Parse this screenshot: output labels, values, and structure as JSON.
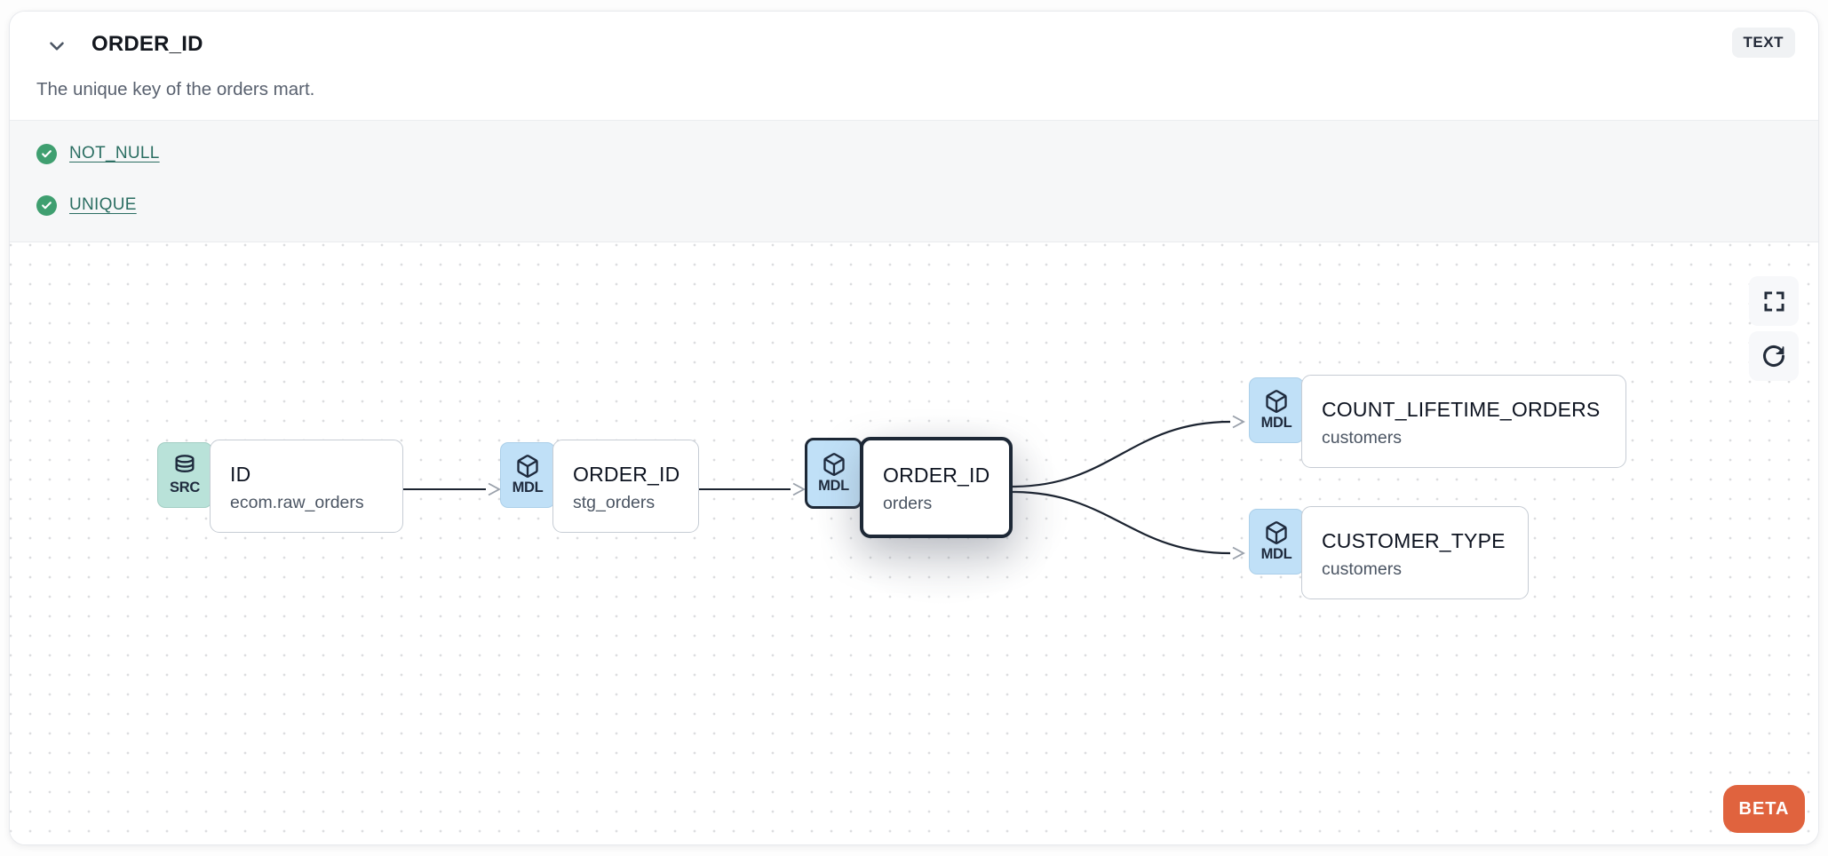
{
  "header": {
    "title": "ORDER_ID",
    "description": "The unique key of the orders mart.",
    "type_badge": "TEXT",
    "collapse_icon": "chevron-down-icon"
  },
  "tests": {
    "items": [
      {
        "icon": "check-circle-icon",
        "label": "NOT_NULL"
      },
      {
        "icon": "check-circle-icon",
        "label": "UNIQUE"
      }
    ]
  },
  "lineage": {
    "nodes": [
      {
        "type": "SRC",
        "icon": "database-icon",
        "title": "ID",
        "subtitle": "ecom.raw_orders",
        "selected": false
      },
      {
        "type": "MDL",
        "icon": "cube-icon",
        "title": "ORDER_ID",
        "subtitle": "stg_orders",
        "selected": false
      },
      {
        "type": "MDL",
        "icon": "cube-icon",
        "title": "ORDER_ID",
        "subtitle": "orders",
        "selected": true
      },
      {
        "type": "MDL",
        "icon": "cube-icon",
        "title": "COUNT_LIFETIME_ORDERS",
        "subtitle": "customers",
        "selected": false
      },
      {
        "type": "MDL",
        "icon": "cube-icon",
        "title": "CUSTOMER_TYPE",
        "subtitle": "customers",
        "selected": false
      }
    ],
    "edges": [
      {
        "from": 0,
        "to": 1
      },
      {
        "from": 1,
        "to": 2
      },
      {
        "from": 2,
        "to": 3
      },
      {
        "from": 2,
        "to": 4
      }
    ],
    "controls": {
      "fullscreen": "fullscreen-icon",
      "refresh": "refresh-icon"
    },
    "beta_label": "BETA"
  },
  "colors": {
    "accent_orange": "#e0633e",
    "test_green": "#3f9f70",
    "link_teal": "#2b6e62",
    "src_badge_bg": "#b9e2d9",
    "mdl_badge_bg": "#c0e0f7",
    "selected_border": "#1d2836",
    "edge_line": "#1b2330",
    "edge_arrow": "#9aa1ab"
  }
}
